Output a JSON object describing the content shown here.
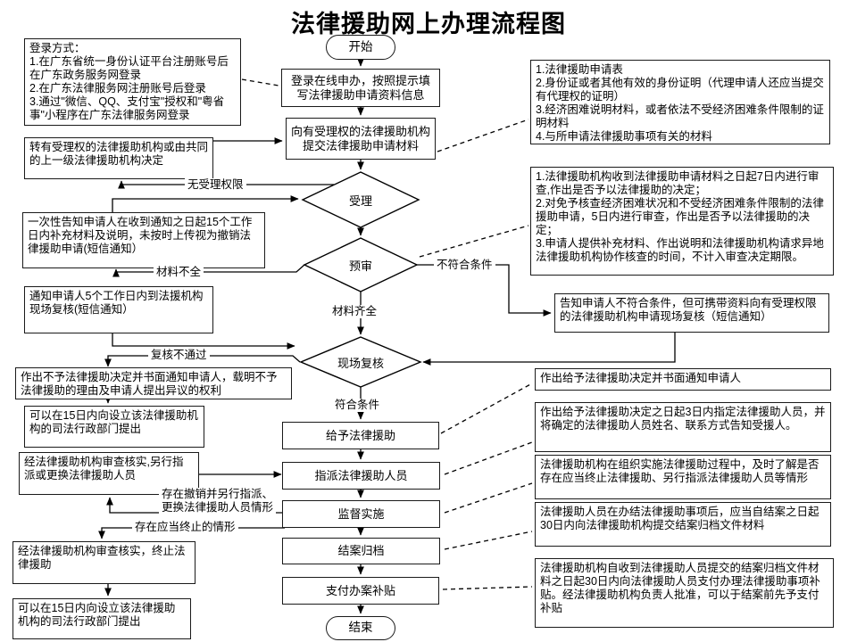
{
  "title": "法律援助网上办理流程图",
  "nodes": {
    "start": "开始",
    "login_methods": [
      "登录方式：",
      "1.在广东省统一身份认证平台注册账号后在广东政务服务网登录",
      "2.在广东法律服务网注册账号后登录",
      "3.通过\"微信、QQ、支付宝\"授权和\"粤省事\"小程序在广东法律服务网登录"
    ],
    "login_apply": "登录在线申办，按照提示填写法律援助申请资料信息",
    "submit_materials": "向有受理权的法律援助机构提交法律援助申请材料",
    "materials_list": [
      "1.法律援助申请表",
      "2.身份证或者其他有效的身份证明（代理申请人还应当提交有代理权的证明）",
      "3.经济困难说明材料，或者依法不受经济困难条件限制的证明材料",
      "4.与所申请法律援助事项有关的材料"
    ],
    "transfer": "转有受理权的法律援助机构或由共同的上一级法律援助机构决定",
    "accept": "受理",
    "review_rules": [
      "1.法律援助机构收到法律援助申请材料之日起7日内进行审查,作出是否予以法律援助的决定；",
      "2.对免予核查经济困难状况和不受经济困难条件限制的法律援助申请，5日内进行审查，作出是否予以法律援助的决定；",
      "3.申请人提供补充材料、作出说明和法律援助机构请求异地法律援助机构协作核查的时间，不计入审查决定期限。"
    ],
    "onetime_notice": "一次性告知申请人在收到通知之日起15个工作日内补充材料及说明，未按时上传视为撤销法律援助申请(短信通知）",
    "preview": "预审",
    "notify_onsite": "通知申请人5个工作日内到法援机构现场复核(短信通知）",
    "inform_unqualified": "告知申请人不符合条件，但可携带资料向有受理权限的法律援助机构申请现场复核（短信通知）",
    "onsite_review": "现场复核",
    "deny_decision": "作出不予法律援助决定并书面通知申请人，载明不予法律援助的理由及申请人提出异议的权利",
    "grant_notice": "作出给予法律援助决定并书面通知申请人",
    "appeal_deny": "可以在15日内向设立该法律援助机构的司法行政部门提出",
    "grant": "给予法律援助",
    "assign_rule": "作出给予法律援助决定之日起3日内指定法律援助人员，并将确定的法律援助人员姓名、联系方式告知受援人。",
    "reassign": "经法律援助机构审查核实,另行指派或更换法律援助人员",
    "assign": "指派法律援助人员",
    "implement_rule": "法律援助机构在组织实施法律援助过程中，及时了解是否存在应当终止法律援助、另行指派法律援助人员等情形",
    "supervise": "监督实施",
    "archive_rule": "法律援助人员在办结法律援助事项后，应当自结案之日起30日内向法律援助机构提交结案归档文件材料",
    "archive": "结案归档",
    "terminate": "经法律援助机构审查核实，终止法律援助",
    "subsidy_rule": "法律援助机构自收到法律援助人员提交的结案归档文件材料之日起30日内向法律援助人员支付办理法律援助事项补贴。经法律援助机构负责人批准，可以于结案前先予支付补贴",
    "subsidy": "支付办案补贴",
    "appeal_terminate": "可以在15日内向设立该法律援助机构的司法行政部门提出",
    "end": "结束"
  },
  "edge_labels": {
    "no_authority": "无受理权限",
    "materials_incomplete": "材料不全",
    "materials_complete": "材料齐全",
    "not_qualified": "不符合条件",
    "review_failed": "复核不通过",
    "qualified": "符合条件",
    "revoke_reassign": [
      "存在撤销并另行指派、",
      "更换法律援助人员情形"
    ],
    "should_terminate": "存在应当终止的情形"
  },
  "colors": {
    "line": "#000000",
    "box_border": "#1a1a1a",
    "background": "#ffffff"
  }
}
